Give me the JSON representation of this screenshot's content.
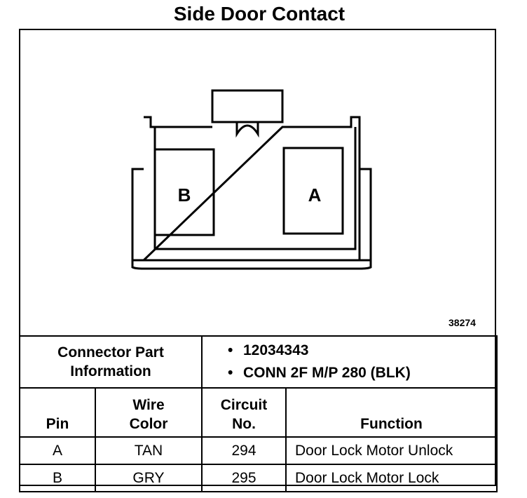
{
  "title": "Side Door Contact",
  "figure_number": "38274",
  "connector": {
    "cavity_left_label": "B",
    "cavity_right_label": "A"
  },
  "connector_info": {
    "label_line1": "Connector Part",
    "label_line2": "Information",
    "items": [
      "12034343",
      "CONN 2F M/P 280 (BLK)"
    ]
  },
  "table": {
    "headers": {
      "pin": "Pin",
      "wire_color_line1": "Wire",
      "wire_color_line2": "Color",
      "circuit_line1": "Circuit",
      "circuit_line2": "No.",
      "function": "Function"
    },
    "rows": [
      {
        "pin": "A",
        "wire_color": "TAN",
        "circuit": "294",
        "function": "Door Lock Motor Unlock"
      },
      {
        "pin": "B",
        "wire_color": "GRY",
        "circuit": "295",
        "function": "Door Lock Motor Lock"
      }
    ]
  }
}
